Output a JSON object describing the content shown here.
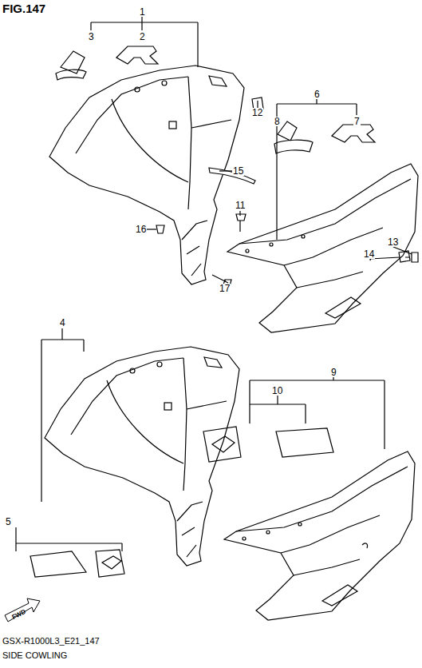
{
  "diagram": {
    "title": "FIG.147",
    "labels": [
      "1",
      "2",
      "3",
      "12",
      "6",
      "7",
      "8",
      "15",
      "11",
      "16",
      "13",
      "14",
      "17",
      "4",
      "9",
      "10",
      "5",
      "FWD",
      "GSX-R1000L3_E21_147",
      "SIDE COWLING"
    ]
  }
}
